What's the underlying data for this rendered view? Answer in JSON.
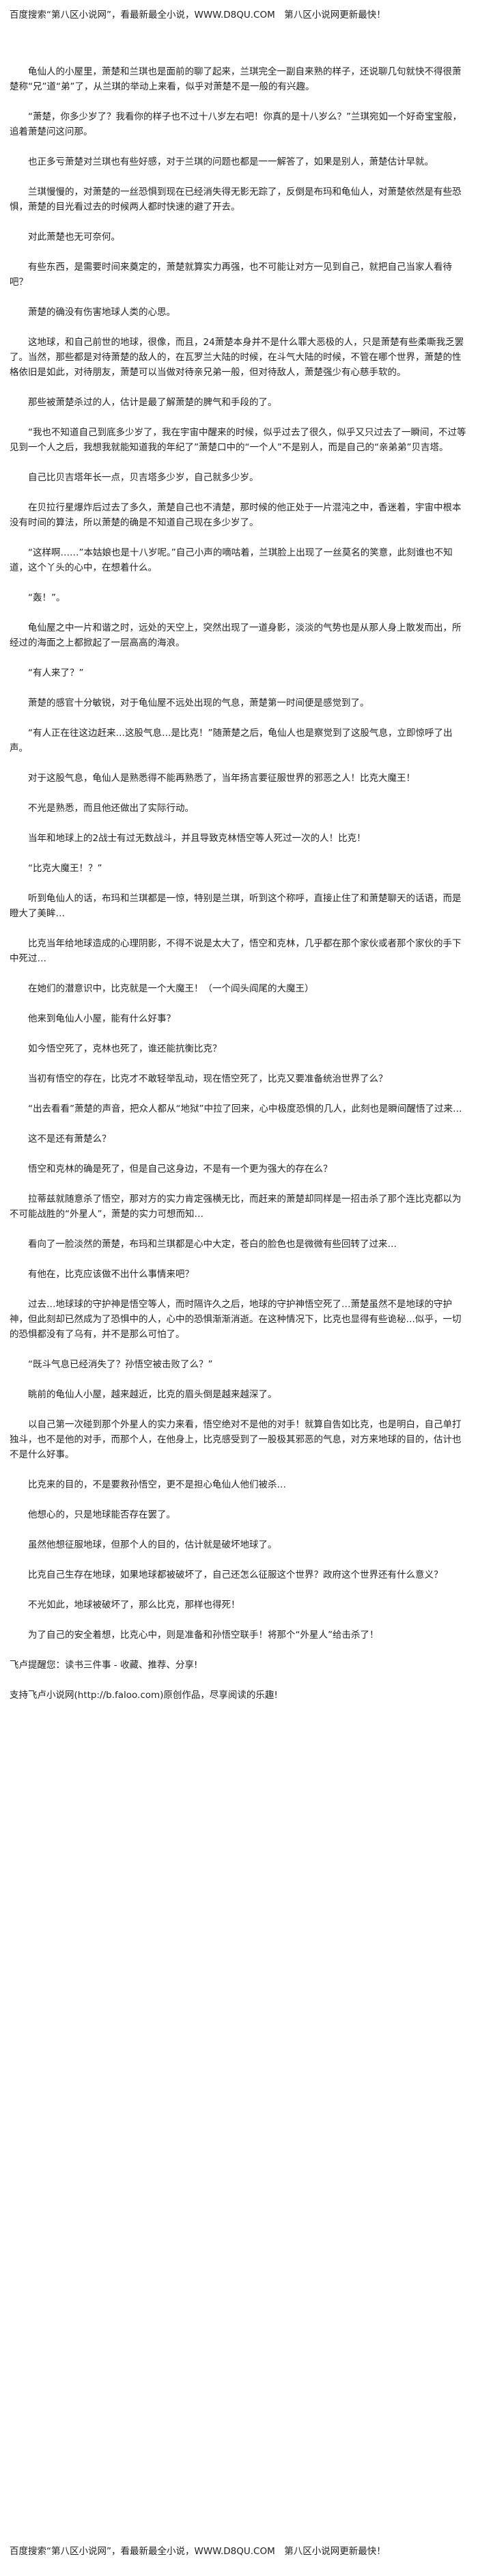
{
  "header": {
    "banner": "百度搜索“第八区小说网”，看最新最全小说，WWW.D8QU.COM　第八区小说网更新最快！"
  },
  "paragraphs": [
    "龟仙人的小屋里，萧楚和兰琪也是面前的聊了起来，兰琪完全一副自来熟的样子，还说聊几句就快不得很萧楚称“兄”道“弟”了，从兰琪的举动上来看，似乎对萧楚不是一般的有兴趣。",
    "“萧楚，你多少岁了？我看你的样子也不过十八岁左右吧！你真的是十八岁么？”兰琪宛如一个好奇宝宝般，追着萧楚问这问那。",
    "也正多亏萧楚对兰琪也有些好感，对于兰琪的问题也都是一一解答了，如果是别人，萧楚估计早就。",
    "兰琪慢慢的，对萧楚的一丝恐惧到现在已经消失得无影无踪了，反倒是布玛和龟仙人，对萧楚依然是有些恐惧，萧楚的目光看过去的时候两人都时快速的避了开去。",
    "对此萧楚也无可奈何。",
    "有些东西，是需要时间来奠定的，萧楚就算实力再强，也不可能让对方一见到自己，就把自己当家人看待吧？",
    "萧楚的确没有伤害地球人类的心思。",
    "这地球，和自己前世的地球，很像，而且，24萧楚本身并不是什么罪大恶极的人，只是萧楚有些柔嘶我乏罢了。当然，那些都是对待萧楚的敌人的，在瓦罗兰大陆的时候，在斗气大陆的时候，不管在哪个世界，萧楚的性格依旧是如此，对待朋友，萧楚可以当做对待亲兄弟一般，但对待敌人，萧楚强少有心慈手软的。",
    "那些被萧楚杀过的人，估计是最了解萧楚的脾气和手段的了。",
    "“我也不知道自己到底多少岁了，我在宇宙中醒来的时候，似乎过去了很久，似乎又只过去了一瞬间，不过等见到一个人之后，我想我就能知道我的年纪了”萧楚口中的“一个人”不是别人，而是自己的“亲弟弟”贝吉塔。",
    "自己比贝吉塔年长一点，贝吉塔多少岁，自己就多少岁。",
    "在贝拉行星爆炸后过去了多久，萧楚自己也不清楚，那时候的他正处于一片混沌之中，香迷着，宇宙中根本没有时间的算法，所以萧楚的确是不知道自己现在多少岁了。",
    "“这样啊……”本姑娘也是十八岁呢。”自己小声的嘀咕着，兰琪脸上出现了一丝莫名的笑意，此刻谁也不知道，这个丫头的心中，在想着什么。",
    "“轰！”。",
    "龟仙屋之中一片和谐之时，远处的天空上，突然出现了一道身影，淡淡的气势也是从那人身上散发而出，所经过的海面之上都掀起了一层高高的海浪。",
    "“有人来了？”",
    "萧楚的感官十分敏锐，对于龟仙屋不远处出现的气息，萧楚第一时间便是感觉到了。",
    "“有人正在往这边赶来…这股气息…是比克！”随萧楚之后，龟仙人也是察觉到了这股气息，立即惊呼了出声。",
    "对于这股气息，龟仙人是熟悉得不能再熟悉了，当年扬言要征服世界的邪恶之人！比克大魔王！",
    "不光是熟悉，而且他还做出了实际行动。",
    "当年和地球上的2战士有过无数战斗，并且导致克林悟空等人死过一次的人！比克！",
    "“比克大魔王！？”",
    "听到龟仙人的话，布玛和兰琪都是一惊，特别是兰琪，听到这个称呼，直接止住了和萧楚聊天的话语，而是瞪大了美眸…",
    "比克当年给地球造成的心理阴影，不得不说是太大了，悟空和克林，几乎都在那个家伙或者那个家伙的手下中死过…",
    "在她们的潜意识中，比克就是一个大魔王！（一个阎头阎尾的大魔王）",
    "他来到龟仙人小屋，能有什么好事？",
    "如今悟空死了，克林也死了，谁还能抗衡比克？",
    "当初有悟空的存在，比克才不敢轻举乱动，现在悟空死了，比克又要准备统治世界了么？",
    "“出去看看”萧楚的声音，把众人都从“地狱”中拉了回来，心中极度恐惧的几人，此刻也是瞬间醒悟了过来…",
    "这不是还有萧楚么？",
    "悟空和克林的确是死了，但是自己这身边，不是有一个更为强大的存在么？",
    "拉蒂兹就随意杀了悟空，那对方的实力肯定强横无比，而赶来的萧楚却同样是一招击杀了那个连比克都以为不可能战胜的“外星人”，萧楚的实力可想而知…",
    "看向了一脸淡然的萧楚，布玛和兰琪都是心中大定，苍白的脸色也是微微有些回转了过来…",
    "有他在，比克应该做不出什么事情来吧？",
    "过去…地球球的守护神是悟空等人，而时隔许久之后，地球的守护神悟空死了…萧楚虽然不是地球的守护神，但此刻却已然成为了恐惧中的人，心中的恐惧渐渐消逝。在这种情况下，比克也显得有些诡秘…似乎，一切的恐惧都没有了乌有，并不是那么可怕了。",
    "“既斗气息已经消失了？孙悟空被击败了么？”",
    "眺前的龟仙人小屋，越来越近，比克的眉头倒是越来越深了。",
    "以自己第一次碰到那个外星人的实力来看，悟空绝对不是他的对手！就算自告如比克，也是明白，自己单打独斗，也不是他的对手，而那个人，在他身上，比克感受到了一股极其邪恶的气息，对方来地球的目的，估计也不是什么好事。",
    "比克来的目的，不是要救孙悟空，更不是担心龟仙人他们被杀…",
    "他想心的，只是地球能否存在罢了。",
    "虽然他想征服地球，但那个人的目的，估计就是破坏地球了。",
    "比克自己生存在地球，如果地球都被破坏了，自己还怎么征服这个世界？政府这个世界还有什么意义？",
    "不光如此，地球被破坏了，那么比克，那样也得死！",
    "为了自己的安全着想，比克心中，则是准备和孙悟空联手！将那个“外星人”给击杀了！"
  ],
  "footer": {
    "recommend": "飞卢提醒您：读书三件事 - 收藏、推荐、分享!",
    "support": "支持飞卢小说网(http://b.faloo.com)原创作品，尽享阅读的乐趣!"
  },
  "bottom_banner": "百度搜索“第八区小说网”，看最新最全小说，WWW.D8QU.COM　第八区小说网更新最快！"
}
